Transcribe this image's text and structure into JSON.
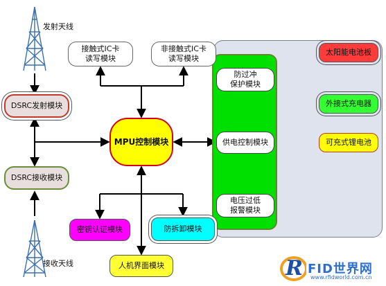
{
  "antennas": {
    "transmit_label": "发射天线",
    "receive_label": "接收天线"
  },
  "modules": {
    "dsrc_tx": "DSRC发射模块",
    "dsrc_rx": "DSRC接收模块",
    "contact_ic_line1": "接触式IC卡",
    "contact_ic_line2": "读写模块",
    "contactless_ic_line1": "非接触式IC卡",
    "contactless_ic_line2": "读写模块",
    "mpu": "MPU控制模块",
    "key_auth": "密钥认证模块",
    "tamper": "防拆卸模块",
    "hmi": "人机界面模块",
    "overcharge_line1": "防过冲",
    "overcharge_line2": "保护模块",
    "power_ctrl": "供电控制模块",
    "undervoltage_line1": "电压过低",
    "undervoltage_line2": "报警模块",
    "solar": "太阳能电池板",
    "ext_charger": "外接式充电器",
    "li_battery": "可充式锂电池"
  },
  "watermark": {
    "initial": "R",
    "text": "FID世界网",
    "url": "www.rfidworld.com.cn"
  },
  "colors": {
    "dsrc_fill": "#e8dede",
    "dsrc_border_tx": "#c0392b",
    "dsrc_border_rx": "#6a8e3a",
    "ic_fill": "#ffffff",
    "mpu_fill": "#ffff00",
    "mpu_border": "#d4001c",
    "key_auth_fill": "#ff00ff",
    "tamper_fill": "#00ffff",
    "hmi_fill": "#ffff33",
    "solar_fill": "#ff3b3b",
    "ext_charger_fill": "#33ff33",
    "battery_fill": "#ffff00",
    "panel_fill": "#dfe3ee",
    "green_bar": "#00e000",
    "tower": "#3a6fb0"
  }
}
